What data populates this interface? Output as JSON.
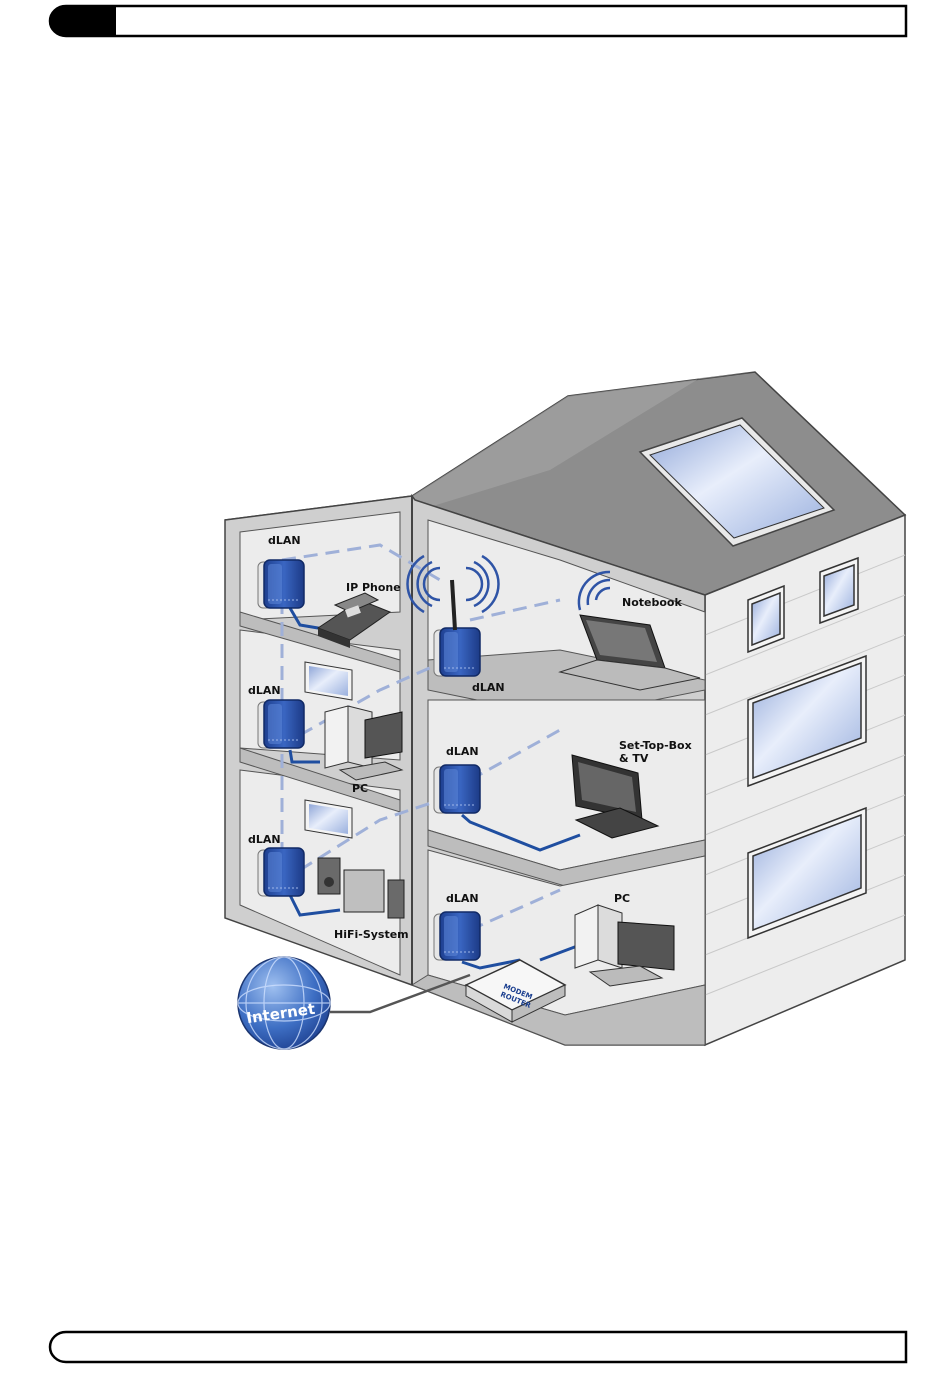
{
  "colors": {
    "accent_blue": "#2f54a6",
    "dashed_link": "#9fb0d8",
    "cable": "#1f4ea0",
    "wall": "#cfcfcf",
    "roof": "#8a8a8a",
    "window_glass": "#b9c8e8"
  },
  "labels": {
    "dlan_top_left": "dLAN",
    "ip_phone": "IP Phone",
    "dlan_wifi": "dLAN",
    "notebook": "Notebook",
    "dlan_mid_left": "dLAN",
    "pc_mid": "PC",
    "dlan_mid_right": "dLAN",
    "settop_line1": "Set-Top-Box",
    "settop_line2": "& TV",
    "dlan_bottom_left": "dLAN",
    "hifi": "HiFi-System",
    "dlan_bottom_right": "dLAN",
    "pc_bottom": "PC",
    "internet": "Internet",
    "router_line1": "MODEM",
    "router_line2": "ROUTER"
  },
  "icons": {
    "header": "black-tab-bar",
    "footer": "rounded-footer-bar",
    "globe": "globe-icon",
    "wifi": "wifi-icon",
    "adapter": "dlan-adapter-icon"
  }
}
